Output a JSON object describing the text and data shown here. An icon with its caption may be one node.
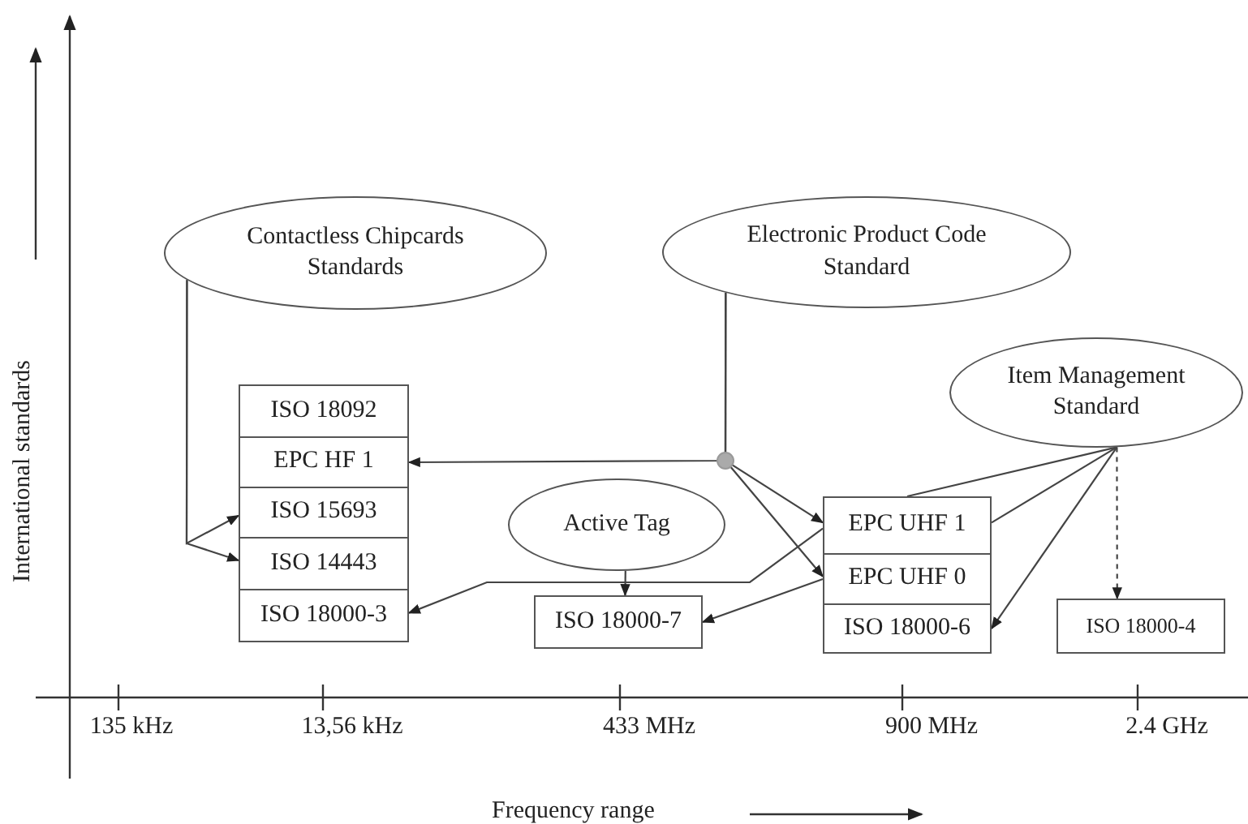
{
  "diagram": {
    "nodes": [
      {
        "text": [
          "Contactless Chipcards Standards"
        ]
      },
      {
        "text": [
          "Electronic Product Code Standard"
        ]
      },
      {
        "text": [
          "Item Management Standard"
        ]
      },
      {
        "text": [
          "ISO 18092"
        ]
      },
      {
        "text": [
          "EPC HF 1"
        ]
      },
      {
        "text": [
          "ISO 15693"
        ]
      },
      {
        "text": [
          "ISO 14443"
        ]
      },
      {
        "text": [
          "ISO 18000-3"
        ]
      },
      {
        "text": [
          "Active Tag"
        ]
      },
      {
        "text": [
          "ISO 18000-7"
        ]
      },
      {
        "text": [
          "EPC UHF 1"
        ]
      },
      {
        "text": [
          "EPC UHF 0"
        ]
      },
      {
        "text": [
          "ISO 18000-6"
        ]
      },
      {
        "text": [
          "ISO 18000-4"
        ]
      }
    ],
    "edges": [
      {
        "from": 0,
        "to": 5,
        "arrow": "to"
      },
      {
        "from": 0,
        "to": 6,
        "arrow": "to"
      },
      {
        "from": 1,
        "to": 4,
        "arrow": "to"
      },
      {
        "from": 1,
        "to": 10,
        "arrow": "to"
      },
      {
        "from": 1,
        "to": 11,
        "arrow": "to"
      },
      {
        "from": 8,
        "to": 9,
        "arrow": "to"
      },
      {
        "from": 10,
        "to": 7,
        "arrow": "to"
      },
      {
        "from": 11,
        "to": 9,
        "arrow": "to"
      },
      {
        "from": 2,
        "to": 10,
        "arrow": "none"
      },
      {
        "from": 2,
        "to": 10,
        "arrow": "none"
      },
      {
        "from": 2,
        "to": 12,
        "arrow": "to"
      },
      {
        "from": 2,
        "to": 13,
        "arrow": "to",
        "style": "dashed"
      }
    ],
    "labels": [
      "International standards",
      "135 kHz",
      "13,56 kHz",
      "433 MHz",
      "900 MHz",
      "2.4 GHz",
      "Frequency range"
    ]
  }
}
